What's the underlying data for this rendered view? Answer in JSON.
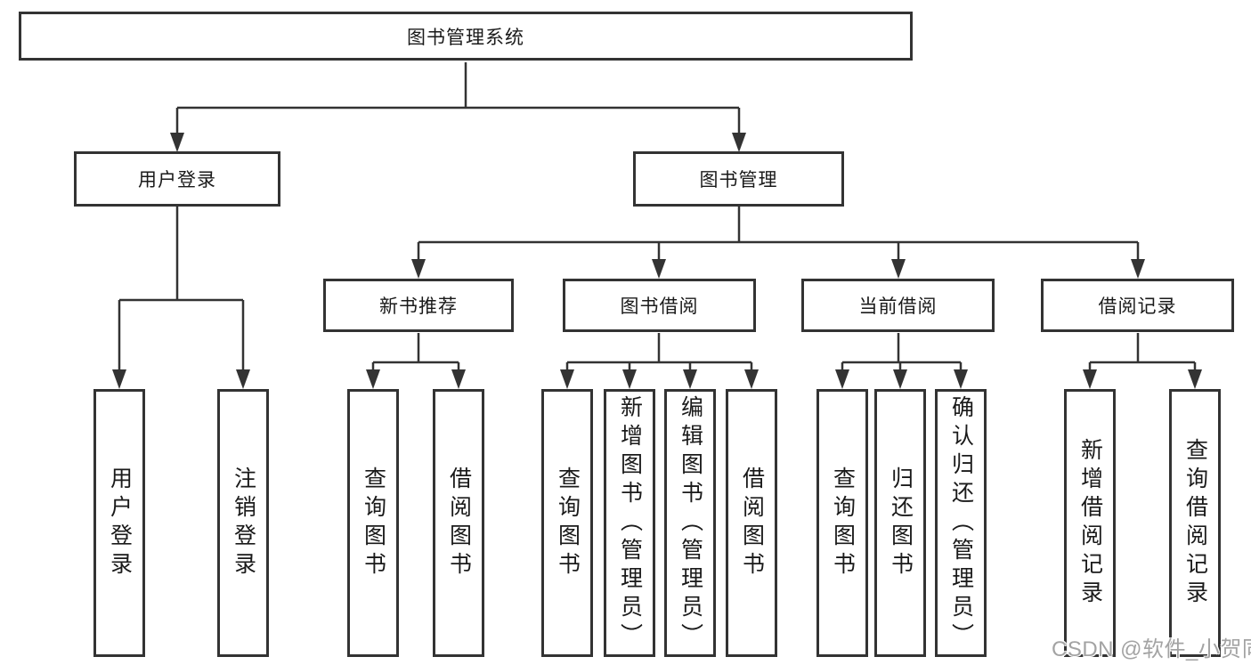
{
  "tree": {
    "label": "图书管理系统",
    "children": [
      {
        "label": "用户登录",
        "children": [
          {
            "label": "用户登录"
          },
          {
            "label": "注销登录"
          }
        ]
      },
      {
        "label": "图书管理",
        "children": [
          {
            "label": "新书推荐",
            "children": [
              {
                "label": "查询图书"
              },
              {
                "label": "借阅图书"
              }
            ]
          },
          {
            "label": "图书借阅",
            "children": [
              {
                "label": "查询图书"
              },
              {
                "label": "新增图书（管理员）"
              },
              {
                "label": "编辑图书（管理员）"
              },
              {
                "label": "借阅图书"
              }
            ]
          },
          {
            "label": "当前借阅",
            "children": [
              {
                "label": "查询图书"
              },
              {
                "label": "归还图书"
              },
              {
                "label": "确认归还（管理员）"
              }
            ]
          },
          {
            "label": "借阅记录",
            "children": [
              {
                "label": "新增借阅记录"
              },
              {
                "label": "查询借阅记录"
              }
            ]
          }
        ]
      }
    ]
  },
  "watermark": {
    "text": "CSDN @软件_小贺同学"
  },
  "colors": {
    "line": "#333333",
    "text": "#1a1a1a",
    "background": "#ffffff",
    "watermark": "#a3a3a3"
  }
}
